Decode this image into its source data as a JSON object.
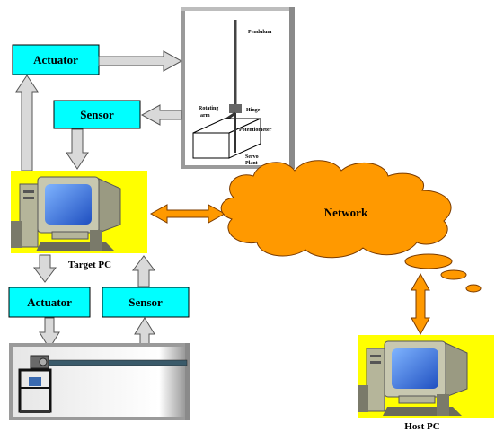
{
  "blocks": {
    "actuator_top": "Actuator",
    "sensor_top": "Sensor",
    "actuator_bottom": "Actuator",
    "sensor_bottom": "Sensor"
  },
  "network": {
    "label": "Network"
  },
  "computers": {
    "target": "Target PC",
    "host": "Host PC"
  },
  "pendulum_labels": {
    "pendulum": "Pendulum",
    "rotating_arm_1": "Rotating",
    "rotating_arm_2": "arm",
    "hinge": "Hinge",
    "potentiometer": "Potentiometer",
    "servo_1": "Servo",
    "servo_2": "Plant"
  },
  "colors": {
    "block_fill": "#00ffff",
    "arrow_orange": "#ff9900",
    "cloud_orange": "#ff9900",
    "pc_background": "#ffff00",
    "grey_arrow": "#d9d9d9"
  }
}
